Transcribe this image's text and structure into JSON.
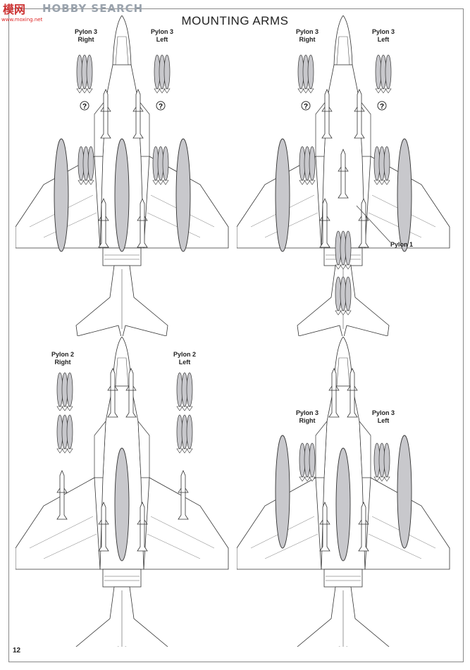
{
  "watermark": {
    "logo": "模网",
    "text": "HOBBY SEARCH",
    "sub": "www.moxing.net"
  },
  "title": "MOUNTING ARMS",
  "page_number": "12",
  "colors": {
    "fill": "#c8c8cc",
    "line": "#333333",
    "bg": "#ffffff"
  },
  "panels": [
    {
      "left_label": "Pylon 3",
      "left_sub": "Right",
      "right_label": "Pylon 3",
      "right_sub": "Left"
    },
    {
      "left_label": "Pylon 3",
      "left_sub": "Right",
      "right_label": "Pylon 3",
      "right_sub": "Left",
      "extra": "Pylon 1"
    },
    {
      "left_label": "Pylon 2",
      "left_sub": "Right",
      "right_label": "Pylon 2",
      "right_sub": "Left"
    },
    {
      "left_label": "Pylon 3",
      "left_sub": "Right",
      "right_label": "Pylon 3",
      "right_sub": "Left"
    }
  ]
}
